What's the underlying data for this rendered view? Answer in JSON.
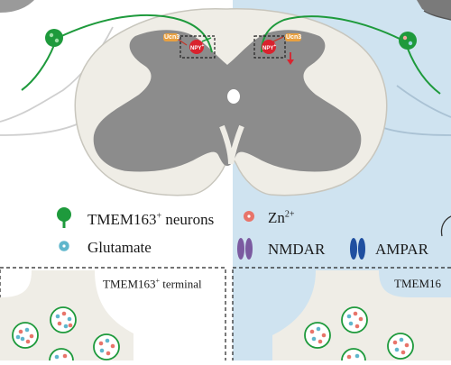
{
  "legend": {
    "tmem163_neurons_pre": "TMEM163",
    "tmem163_neurons_sup": "+",
    "tmem163_neurons_post": " neurons",
    "zn_pre": "Zn",
    "zn_sup": "2+",
    "glutamate": "Glutamate",
    "nmdar": "NMDAR",
    "ampar": "AMPAR"
  },
  "spinal_cord": {
    "left_receptor_label": "Ucn3",
    "right_receptor_label": "Ucn3",
    "left_cell_label": "NPY",
    "left_cell_sup": "+",
    "right_cell_label": "NPY",
    "right_cell_sup": "+"
  },
  "panels": {
    "left_title_pre": "TMEM163",
    "left_title_sup": "+",
    "left_title_post": " terminal",
    "right_title": "TMEM16"
  },
  "colors": {
    "right_background": "#cfe3f0",
    "neuron_green": "#1e9a3c",
    "zinc_red": "#e8746a",
    "glutamate_blue": "#5fb6cc",
    "nmdar_purple": "#7b5aa0",
    "ampar_blue": "#1f4fa0",
    "gray_matter": "#8c8c8c",
    "white_matter": "#efede6"
  }
}
